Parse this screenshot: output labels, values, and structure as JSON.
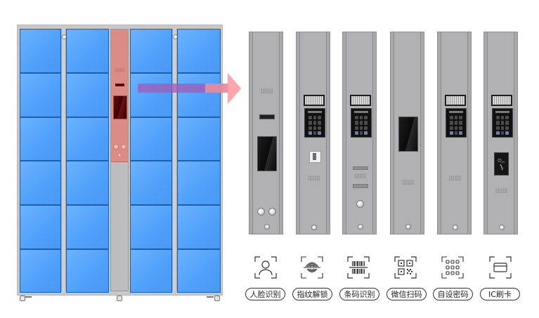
{
  "scene": {
    "colors": {
      "door_blue": "#55a4fd",
      "door_border": "#1f5fa8",
      "frame_gray": "#c9c9cb",
      "control_highlight": "#dc8c87",
      "panel_gray": "#b1b1b3",
      "arrow_purple": "#a35ab4",
      "arrow_pink": "#fa969b"
    },
    "cabinet": {
      "columns": 4,
      "rows": 6,
      "highlighted_part": "control-column"
    },
    "arrow": {
      "direction": "right"
    }
  },
  "panels": [
    {
      "id": "face",
      "components": [
        "speaker",
        "camera",
        "touch-screen",
        "buttons",
        "lock-knob"
      ]
    },
    {
      "id": "fingerprint",
      "components": [
        "printer",
        "keypad",
        "fingerprint-reader",
        "speaker",
        "lock-knob"
      ]
    },
    {
      "id": "barcode",
      "components": [
        "printer",
        "keypad",
        "barcode-slot",
        "speaker",
        "scanner-slot",
        "button",
        "lock-knob"
      ]
    },
    {
      "id": "wechat",
      "components": [
        "touch-screen",
        "speaker",
        "lock-knob"
      ]
    },
    {
      "id": "password",
      "components": [
        "printer",
        "keypad",
        "speaker",
        "lock-knob"
      ]
    },
    {
      "id": "ic-card",
      "components": [
        "printer",
        "keypad",
        "ic-card-reader",
        "speaker",
        "lock-knob"
      ]
    }
  ],
  "features": [
    {
      "icon": "face-recognition-icon",
      "label": "人脸识别"
    },
    {
      "icon": "fingerprint-icon",
      "label": "指纹解锁"
    },
    {
      "icon": "barcode-icon",
      "label": "条码识别"
    },
    {
      "icon": "qr-code-icon",
      "label": "微信扫码"
    },
    {
      "icon": "keypad-icon",
      "label": "自设密码"
    },
    {
      "icon": "ic-card-icon",
      "label": "IC刷卡"
    }
  ]
}
